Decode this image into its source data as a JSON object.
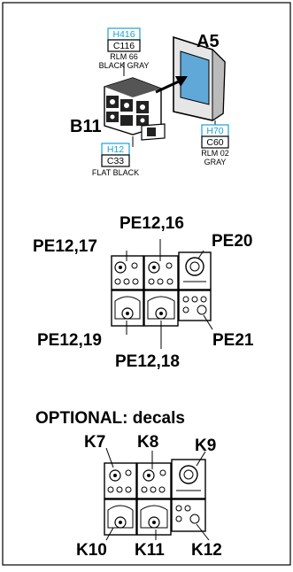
{
  "assembly": {
    "part_a5": "A5",
    "part_b11": "B11",
    "paint_gray": {
      "h": "H416",
      "c": "C116",
      "line1": "RLM 66",
      "line2": "BLACK GRAY"
    },
    "paint_black": {
      "h": "H12",
      "c": "C33",
      "line1": "FLAT BLACK"
    },
    "paint_rlm02": {
      "h": "H70",
      "c": "C60",
      "line1": "RLM 02",
      "line2": "GRAY"
    }
  },
  "decals_pe": {
    "pe12_17": "PE12,17",
    "pe12_16": "PE12,16",
    "pe20": "PE20",
    "pe12_19": "PE12,19",
    "pe12_18": "PE12,18",
    "pe21": "PE21"
  },
  "decals_optional": {
    "title": "OPTIONAL: decals",
    "k7": "K7",
    "k8": "K8",
    "k9": "K9",
    "k10": "K10",
    "k11": "K11",
    "k12": "K12"
  },
  "colors": {
    "paint_box": "#1aa0d8",
    "border": "#000000",
    "arrow": "#000000",
    "lens_blue": "#5fa8d8"
  }
}
